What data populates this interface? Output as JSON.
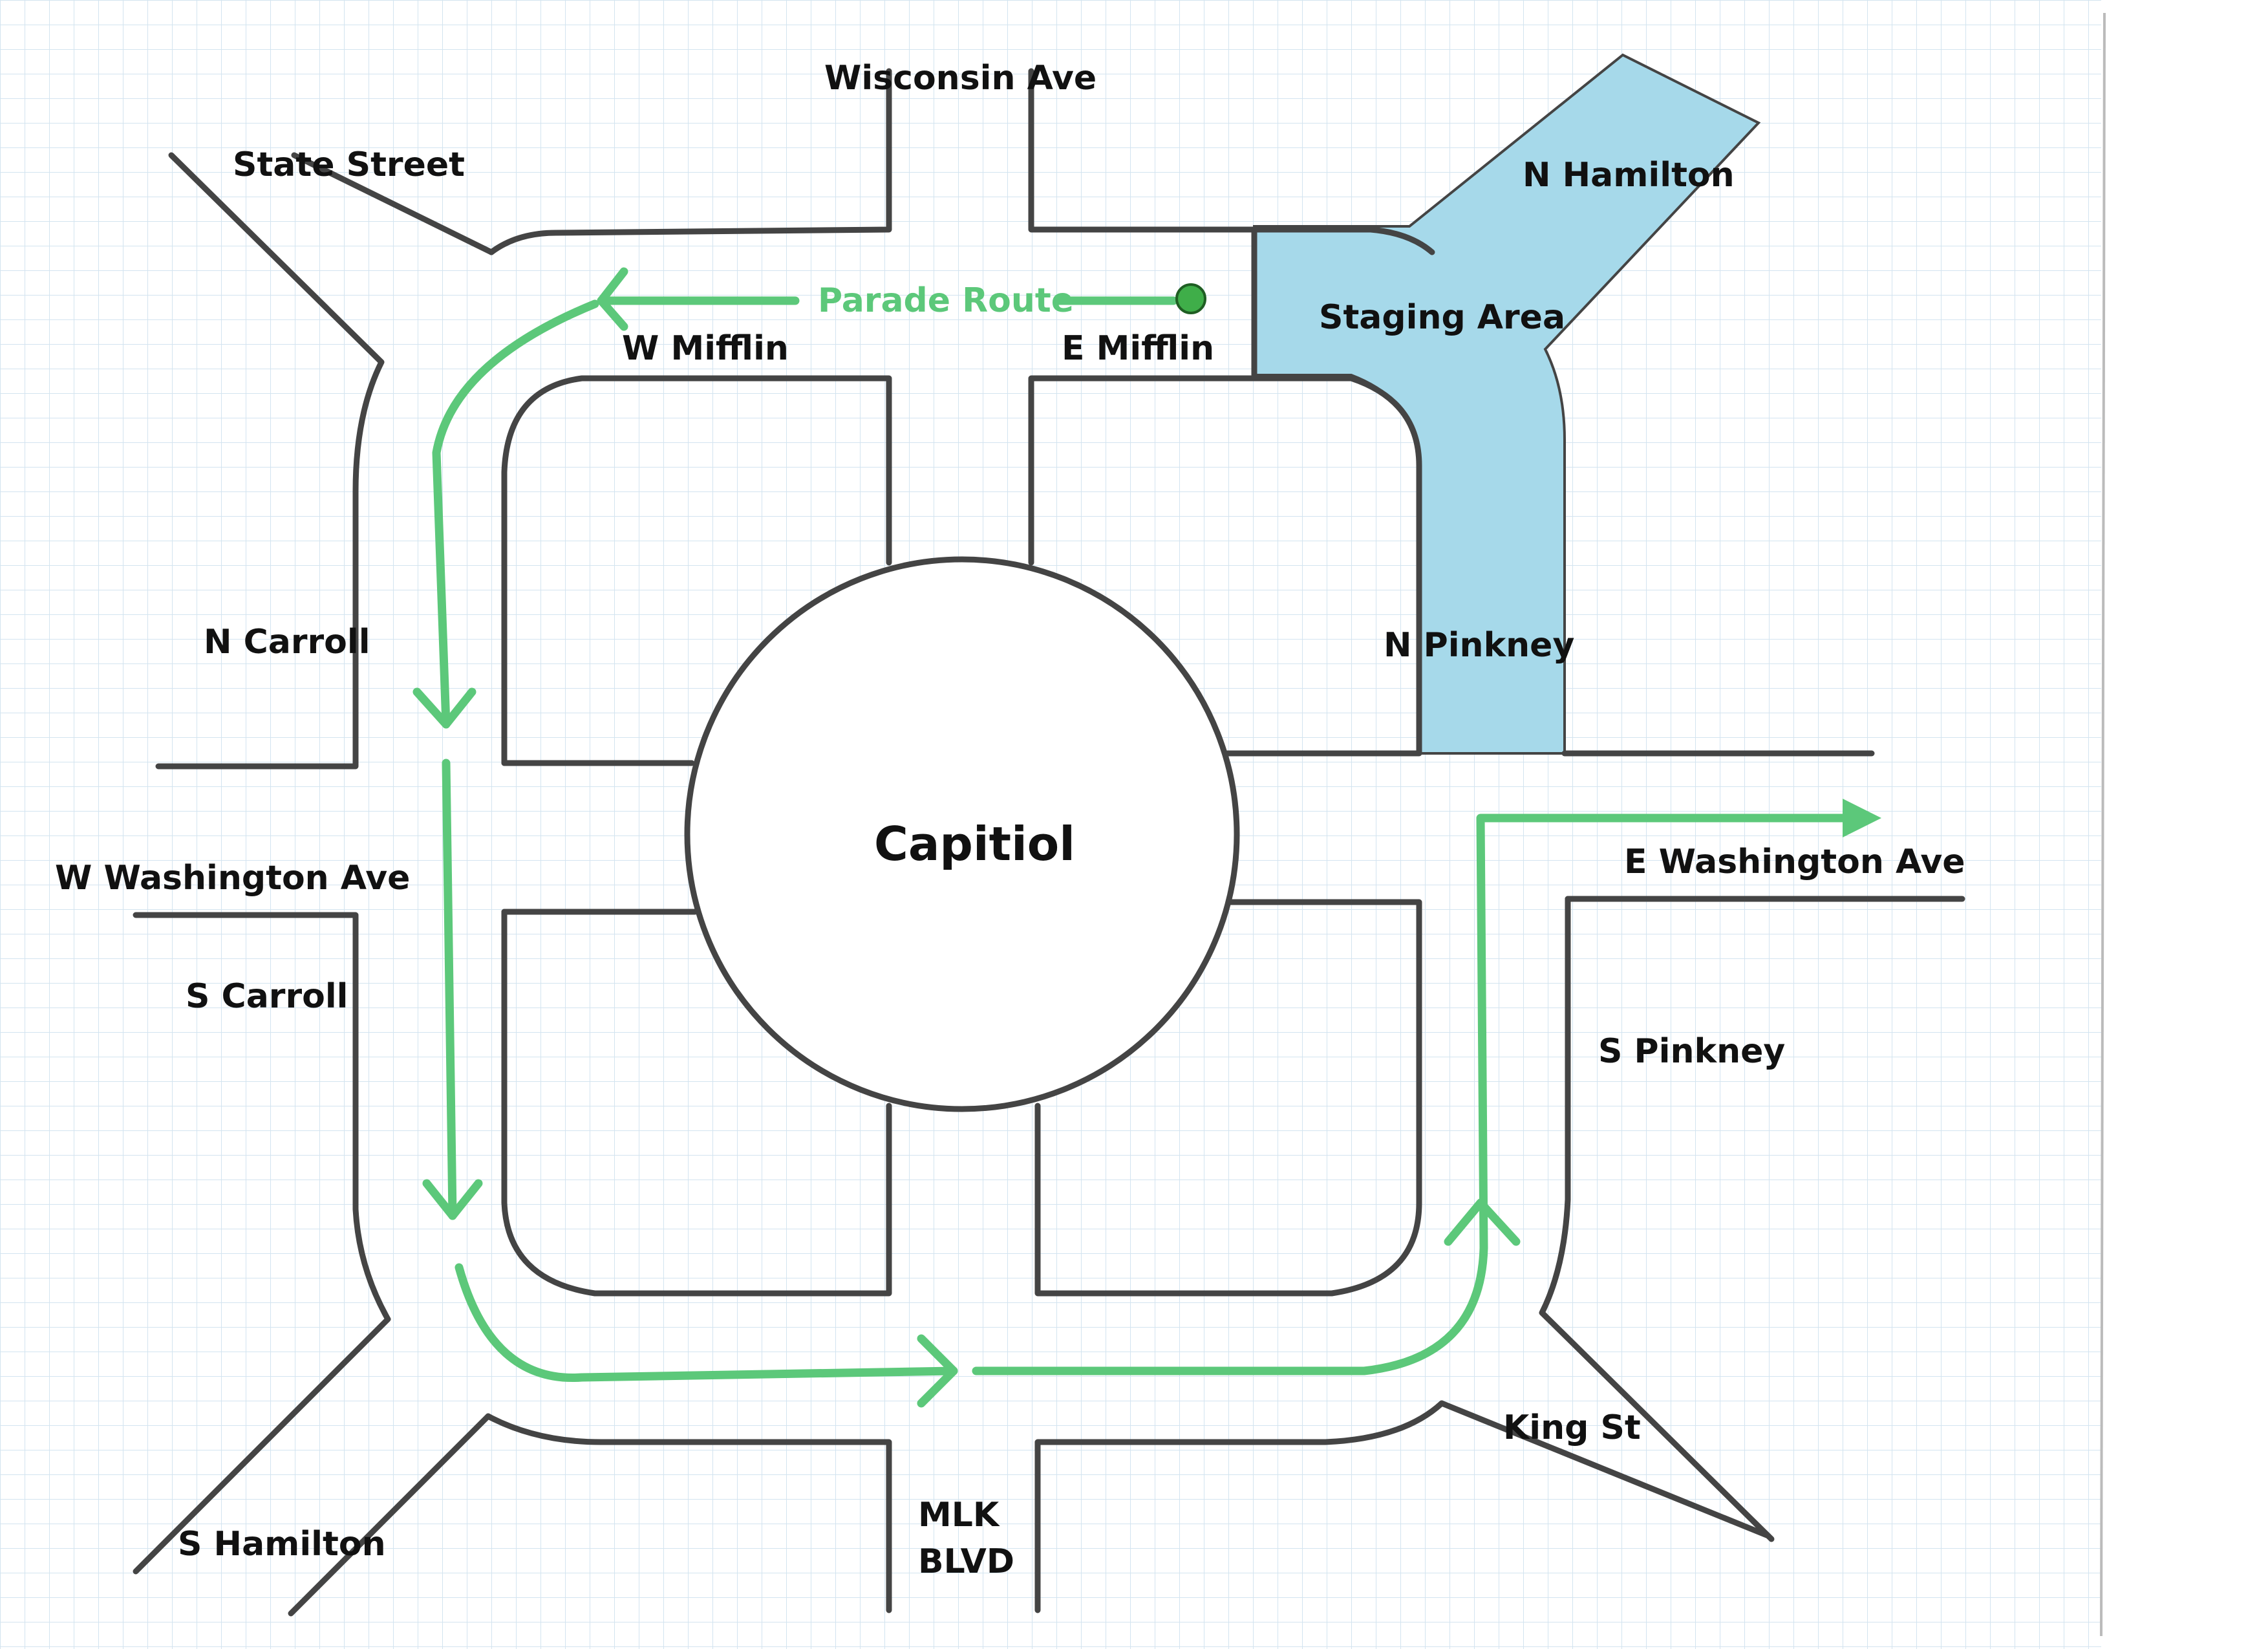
{
  "colors": {
    "route": "#5cc87a",
    "staging_fill": "#a6d9ea",
    "road": "#444444",
    "grid": "#d3e4f0",
    "start_marker": "#3fae49"
  },
  "labels": {
    "wisconsin_ave": "Wisconsin Ave",
    "state_street": "State Street",
    "n_hamilton": "N Hamilton",
    "parade_route": "Parade Route",
    "staging_area": "Staging Area",
    "w_mifflin": "W Mifflin",
    "e_mifflin": "E Mifflin",
    "n_carroll": "N Carroll",
    "n_pinkney": "N Pinkney",
    "capitol": "Capitiol",
    "w_washington_ave": "W Washington Ave",
    "e_washington_ave": "E Washington Ave",
    "s_carroll": "S Carroll",
    "s_pinkney": "S Pinkney",
    "king_st": "King St",
    "s_hamilton": "S Hamilton",
    "mlk_line1": "MLK",
    "mlk_line2": "BLVD"
  },
  "icons": {
    "start_marker": "green-dot",
    "route_arrows": "chevron-arrow"
  }
}
